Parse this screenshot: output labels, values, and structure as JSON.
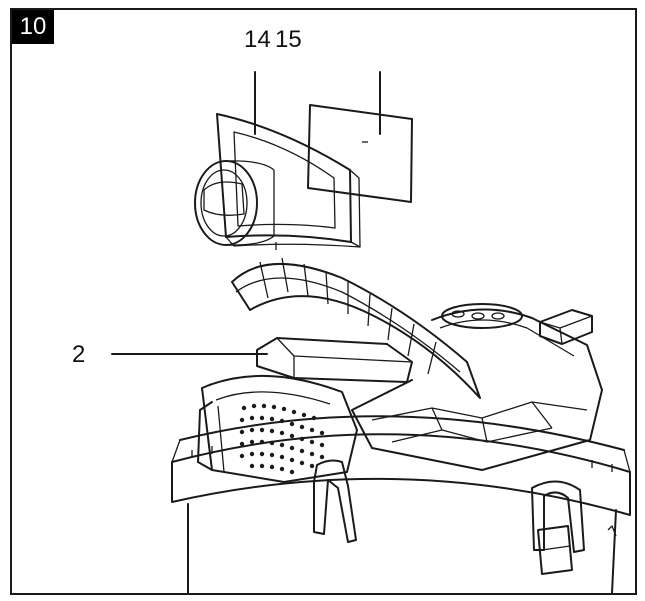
{
  "figure": {
    "number": "10",
    "callouts": {
      "filter_holder": "14",
      "filter_pad": "15",
      "opening": "2"
    }
  },
  "colors": {
    "line": "#1a1a1a",
    "badge_bg": "#000000",
    "badge_text": "#ffffff"
  }
}
